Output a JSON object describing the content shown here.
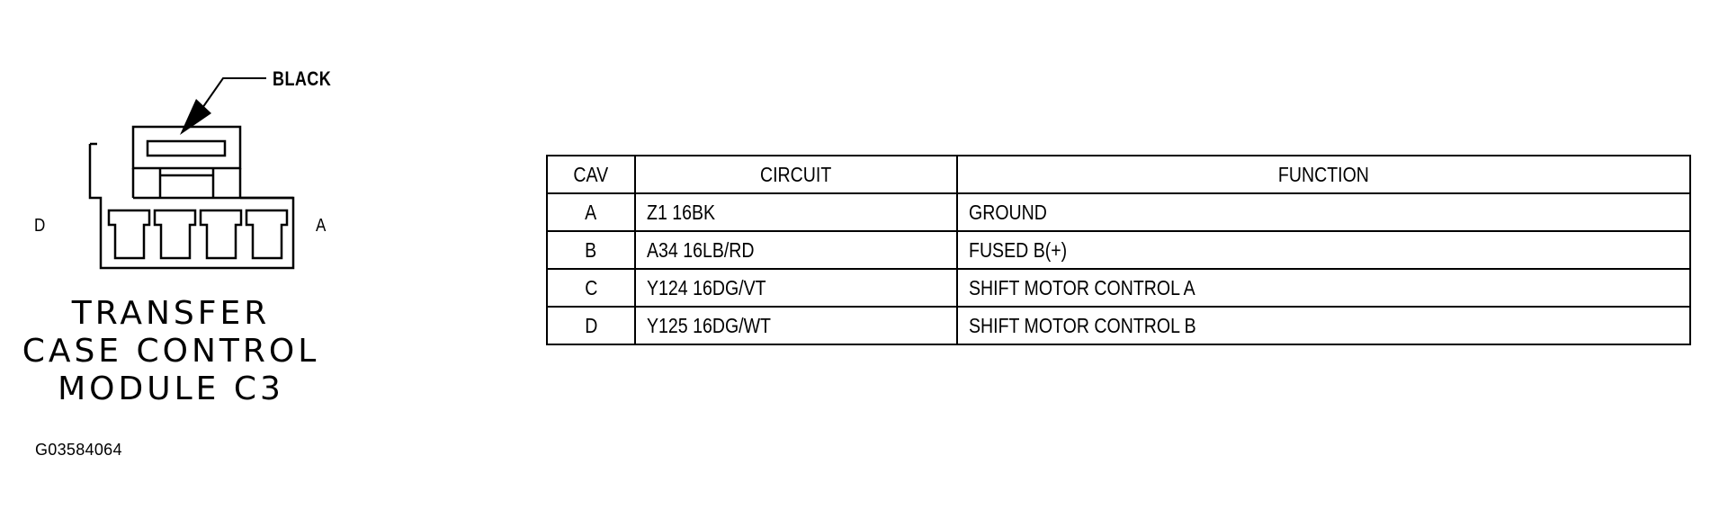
{
  "connector": {
    "color_label": "BLACK",
    "pin_left_label": "D",
    "pin_right_label": "A",
    "name_lines": [
      "TRANSFER",
      "CASE CONTROL",
      "MODULE C3"
    ],
    "figure_id": "G03584064"
  },
  "table": {
    "headers": [
      "CAV",
      "CIRCUIT",
      "FUNCTION"
    ],
    "rows": [
      {
        "cav": "A",
        "circuit": "Z1 16BK",
        "function": "GROUND"
      },
      {
        "cav": "B",
        "circuit": "A34 16LB/RD",
        "function": "FUSED B(+)"
      },
      {
        "cav": "C",
        "circuit": "Y124 16DG/VT",
        "function": "SHIFT MOTOR CONTROL A"
      },
      {
        "cav": "D",
        "circuit": "Y125 16DG/WT",
        "function": "SHIFT MOTOR CONTROL B"
      }
    ]
  }
}
